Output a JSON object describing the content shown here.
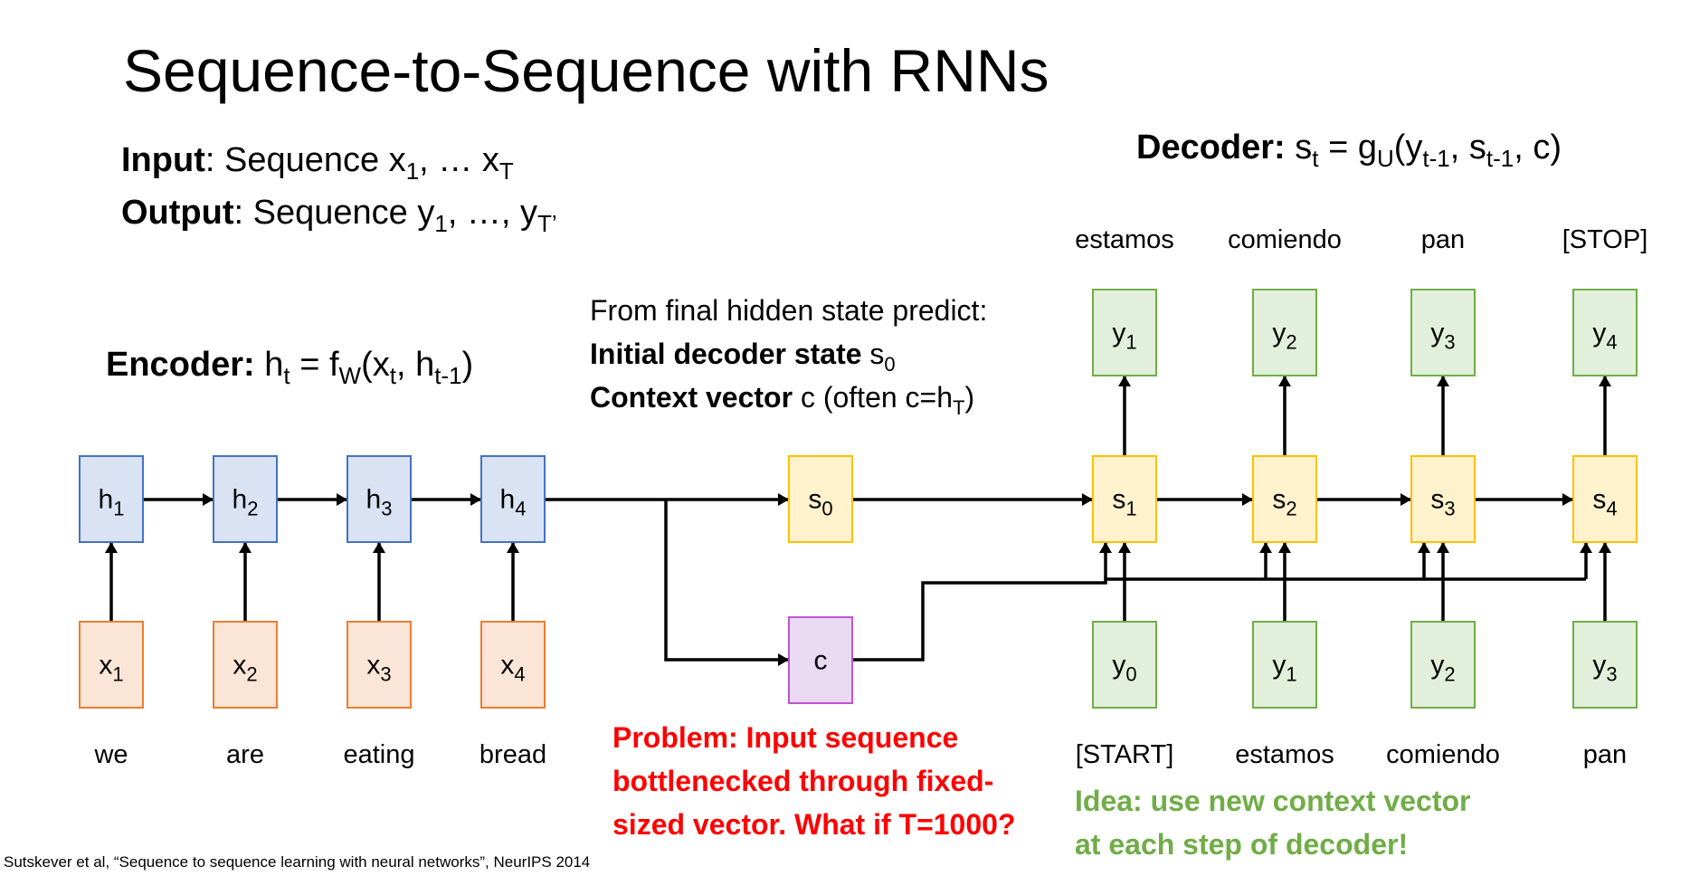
{
  "title": "Sequence-to-Sequence with RNNs",
  "io": {
    "input_label": "Input",
    "input_text": ": Sequence x",
    "input_sub1": "1",
    "input_mid": ", … x",
    "input_subT": "T",
    "output_label": "Output",
    "output_text": ": Sequence y",
    "output_sub1": "1",
    "output_mid": ", …, y",
    "output_subT": "T’"
  },
  "encoder": {
    "label": "Encoder:",
    "eq_h": " h",
    "eq_sub_t": "t",
    "eq_eq": " = f",
    "eq_sub_w": "W",
    "eq_args1": "(x",
    "eq_sub_t2": "t",
    "eq_args2": ", h",
    "eq_sub_tm1": "t-1",
    "eq_close": ")"
  },
  "decoder": {
    "label": "Decoder:",
    "eq_s": " s",
    "eq_sub_t": "t",
    "eq_eq": " = g",
    "eq_sub_u": "U",
    "eq_args1": "(y",
    "eq_sub_tm1a": "t-1",
    "eq_args2": ", s",
    "eq_sub_tm1b": "t-1",
    "eq_close": ", c)"
  },
  "predict_note": {
    "line1": "From final hidden state predict:",
    "line2_bold": "Initial decoder state",
    "line2_var": " s",
    "line2_sub": "0",
    "line3_bold": "Context vector",
    "line3_rest": " c (often c=h",
    "line3_sub": "T",
    "line3_close": ")"
  },
  "encoder_nodes": [
    {
      "h": "h",
      "h_sub": "1",
      "x": "x",
      "x_sub": "1",
      "word": "we"
    },
    {
      "h": "h",
      "h_sub": "2",
      "x": "x",
      "x_sub": "2",
      "word": "are"
    },
    {
      "h": "h",
      "h_sub": "3",
      "x": "x",
      "x_sub": "3",
      "word": "eating"
    },
    {
      "h": "h",
      "h_sub": "4",
      "x": "x",
      "x_sub": "4",
      "word": "bread"
    }
  ],
  "s0": {
    "name": "s",
    "sub": "0"
  },
  "context": {
    "name": "c"
  },
  "decoder_nodes": [
    {
      "s": "s",
      "s_sub": "1",
      "out": "y",
      "out_sub": "1",
      "out_word": "estamos",
      "in": "y",
      "in_sub": "0",
      "in_word": "[START]"
    },
    {
      "s": "s",
      "s_sub": "2",
      "out": "y",
      "out_sub": "2",
      "out_word": "comiendo",
      "in": "y",
      "in_sub": "1",
      "in_word": "estamos"
    },
    {
      "s": "s",
      "s_sub": "3",
      "out": "y",
      "out_sub": "3",
      "out_word": "pan",
      "in": "y",
      "in_sub": "2",
      "in_word": "comiendo"
    },
    {
      "s": "s",
      "s_sub": "4",
      "out": "y",
      "out_sub": "4",
      "out_word": "[STOP]",
      "in": "y",
      "in_sub": "3",
      "in_word": "pan"
    }
  ],
  "problem": {
    "line1": "Problem: Input sequence",
    "line2": "bottlenecked through fixed-",
    "line3": "sized vector. What if T=1000?"
  },
  "idea": {
    "line1": "Idea: use new context vector",
    "line2": "at each step of decoder!"
  },
  "footnote": "Sutskever et al, “Sequence to sequence learning with neural networks”, NeurIPS 2014",
  "colors": {
    "encoder_fill": "#dae3f3",
    "encoder_stroke": "#4472c4",
    "input_fill": "#fbe5d6",
    "input_stroke": "#ed7d31",
    "state_fill": "#fff2cc",
    "state_stroke": "#ffc000",
    "context_fill": "#e9d9f3",
    "context_stroke": "#c055d3",
    "output_fill": "#e2efda",
    "output_stroke": "#70ad47",
    "problem": "#ff0000",
    "idea": "#70ad47"
  }
}
